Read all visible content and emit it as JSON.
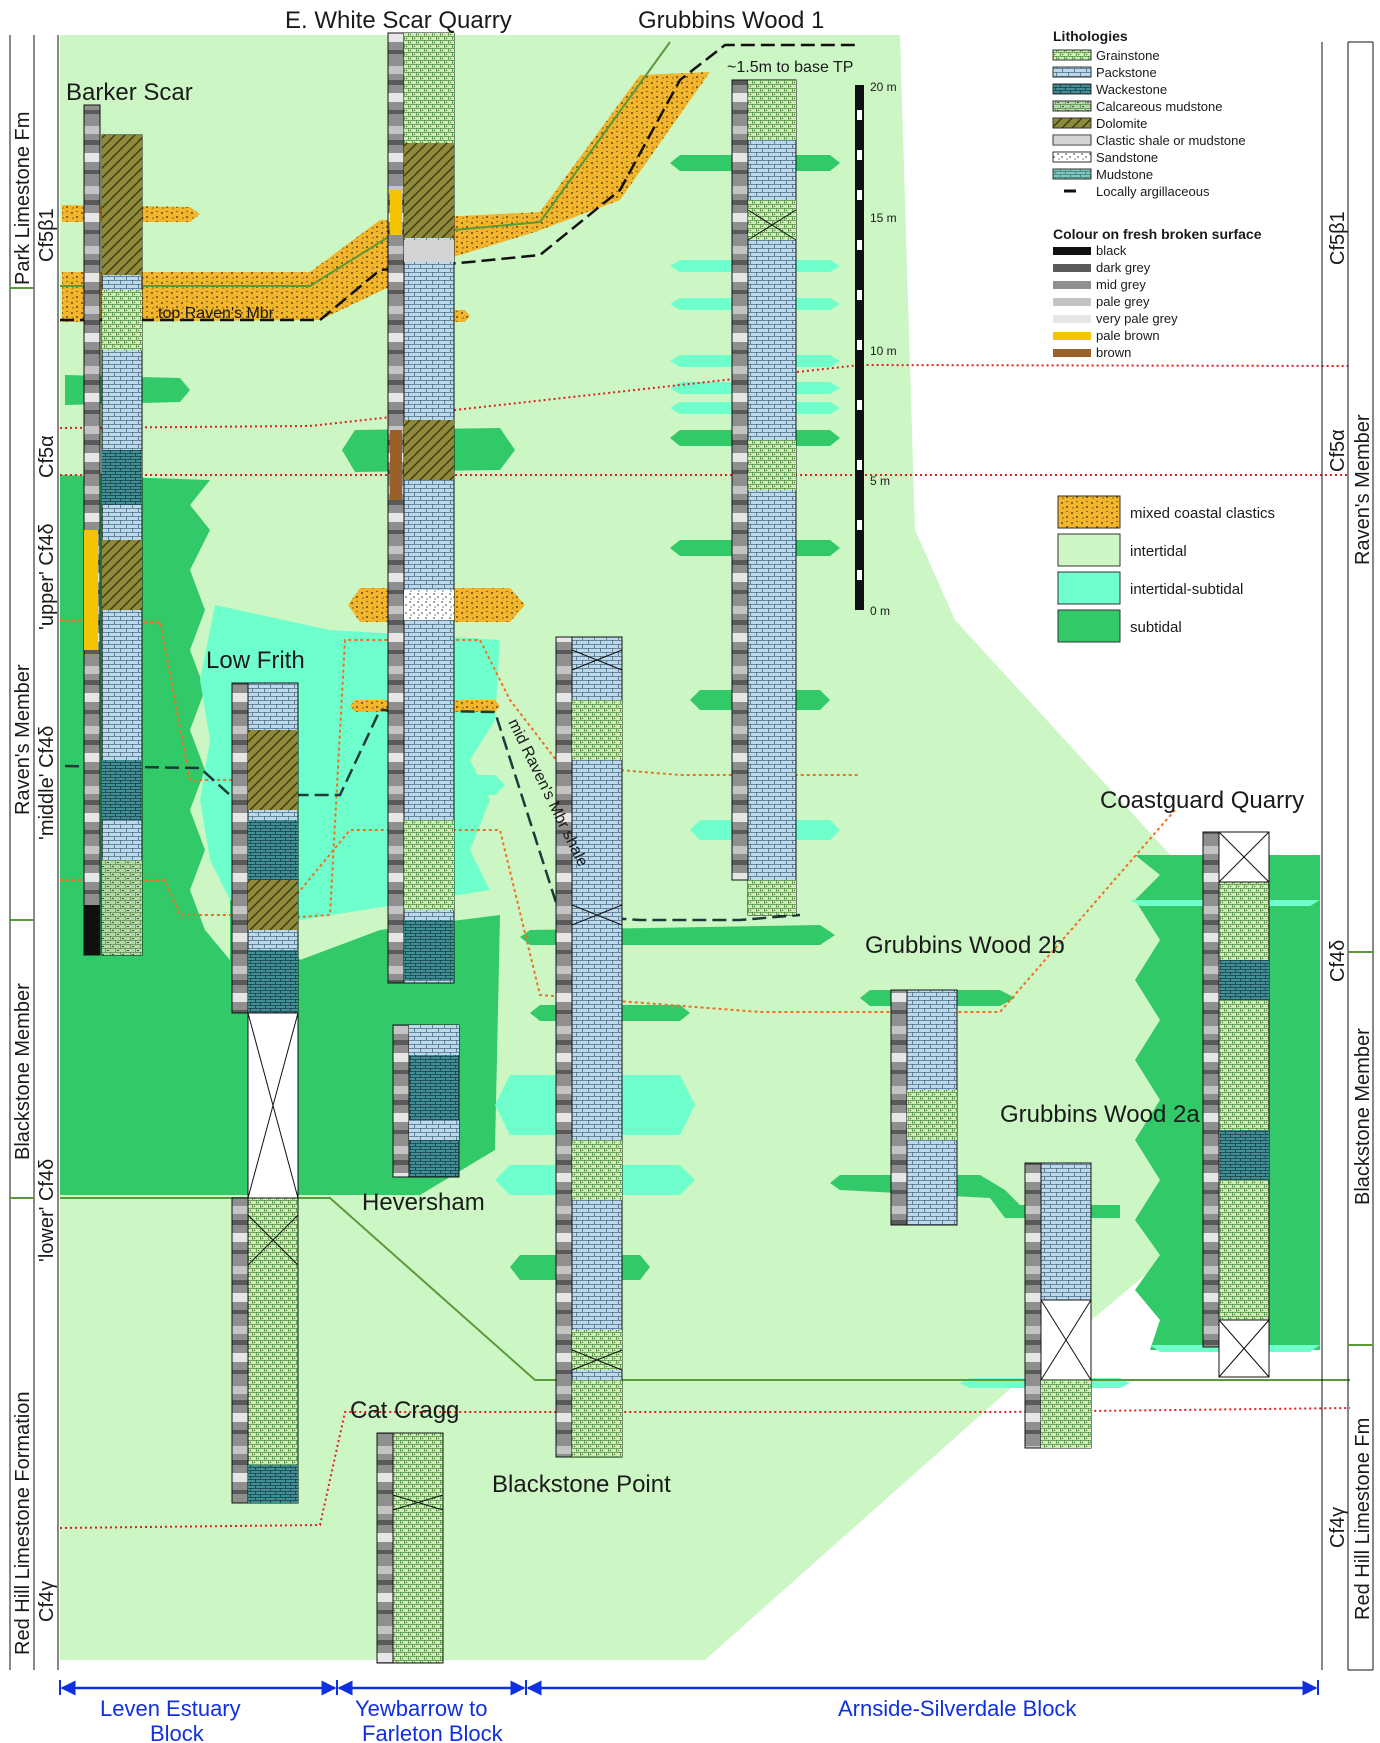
{
  "sections": [
    {
      "id": "barker-scar",
      "name": "Barker Scar"
    },
    {
      "id": "white-scar",
      "name": "E. White Scar Quarry"
    },
    {
      "id": "grubbins-1",
      "name": "Grubbins Wood 1"
    },
    {
      "id": "low-frith",
      "name": "Low Frith"
    },
    {
      "id": "heversham",
      "name": "Heversham"
    },
    {
      "id": "blackstone-point",
      "name": "Blackstone Point"
    },
    {
      "id": "grubbins-2b",
      "name": "Grubbins Wood 2b"
    },
    {
      "id": "grubbins-2a",
      "name": "Grubbins Wood 2a"
    },
    {
      "id": "coastguard",
      "name": "Coastguard Quarry"
    },
    {
      "id": "cat-cragg",
      "name": "Cat Cragg"
    }
  ],
  "annotations": {
    "base_tp": "~1.5m to base TP",
    "top_ravens": "top Raven's Mbr",
    "mid_ravens_shale": "mid Raven's Mbr shale"
  },
  "scale_bar": {
    "labels": [
      "20 m",
      "15 m",
      "10 m",
      "5 m",
      "0 m"
    ]
  },
  "lithology_legend": {
    "title": "Lithologies",
    "items": [
      {
        "label": "Grainstone",
        "swatch": "#cfe9b8",
        "pattern": "grain"
      },
      {
        "label": "Packstone",
        "swatch": "#bcd8ea",
        "pattern": "brick"
      },
      {
        "label": "Wackestone",
        "swatch": "#3d8f93",
        "pattern": "wacke"
      },
      {
        "label": "Calcareous mudstone",
        "swatch": "#a9d3a0",
        "pattern": "calc"
      },
      {
        "label": "Dolomite",
        "swatch": "#8a8a3a",
        "pattern": "dolo"
      },
      {
        "label": "Clastic shale or mudstone",
        "swatch": "#ffffff",
        "pattern": "shale"
      },
      {
        "label": "Sandstone",
        "swatch": "#ffffff",
        "pattern": "sand"
      },
      {
        "label": "Mudstone",
        "swatch": "#7fc6c1",
        "pattern": "mud"
      },
      {
        "label": "Locally argillaceous",
        "swatch": "#111111",
        "pattern": "dash"
      }
    ]
  },
  "colour_legend": {
    "title": "Colour on fresh broken surface",
    "items": [
      {
        "label": "black",
        "color": "#111111"
      },
      {
        "label": "dark grey",
        "color": "#5a5a5a"
      },
      {
        "label": "mid grey",
        "color": "#8f8f8f"
      },
      {
        "label": "pale grey",
        "color": "#c4c4c4"
      },
      {
        "label": "very pale grey",
        "color": "#e6e6e6"
      },
      {
        "label": "pale brown",
        "color": "#f5c400"
      },
      {
        "label": "brown",
        "color": "#99602a"
      }
    ]
  },
  "facies_legend": {
    "items": [
      {
        "label": "mixed coastal clastics",
        "color": "#f3b52b"
      },
      {
        "label": "intertidal",
        "color": "#ccf7c5"
      },
      {
        "label": "intertidal-subtidal",
        "color": "#6effcc"
      },
      {
        "label": "subtidal",
        "color": "#32c968"
      }
    ]
  },
  "left_stratigraphy": {
    "formations": [
      "Park Limestone Fm",
      "Red Hill Limestone Formation"
    ],
    "members": [
      "Raven's Member",
      "Blackstone Member"
    ],
    "zones": [
      "Cf5β1",
      "Cf5α",
      "'upper' Cf4δ",
      "'middle' Cf4δ",
      "'lower' Cf4δ",
      "Cf4γ"
    ]
  },
  "right_stratigraphy": {
    "zones": [
      "Cf5β1",
      "Cf5α",
      "Cf4δ",
      "Cf4γ"
    ],
    "members": [
      "Raven's Member",
      "Blackstone Member",
      "Red Hill Limestone Fm"
    ]
  },
  "blocks": [
    {
      "line1": "Leven Estuary",
      "line2": "Block"
    },
    {
      "line1": "Yewbarrow to",
      "line2": "Farleton Block"
    },
    {
      "line1": "Arnside-Silverdale Block",
      "line2": ""
    }
  ],
  "colors": {
    "block_arrow": "#1030e0",
    "correlation_red": "#e02020",
    "correlation_orange": "#f07020",
    "green_line": "#5a9a3a"
  }
}
